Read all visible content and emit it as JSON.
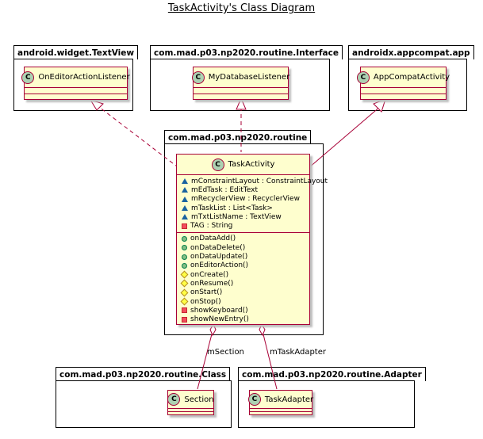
{
  "title": "TaskActivity's Class Diagram",
  "packages": {
    "widget": "android.widget.TextView",
    "iface": "com.mad.p03.np2020.routine.Interface",
    "appcompat": "androidx.appcompat.app",
    "routine": "com.mad.p03.np2020.routine",
    "classPkg": "com.mad.p03.np2020.routine.Class",
    "adapter": "com.mad.p03.np2020.routine.Adapter"
  },
  "classes": {
    "onEditor": "OnEditorActionListener",
    "myDb": "MyDatabaseListener",
    "appCompat": "AppCompatActivity",
    "task": "TaskActivity",
    "section": "Section",
    "taskAdapter": "TaskAdapter"
  },
  "class_icon_letter": "C",
  "fields": [
    {
      "vis": "package",
      "text": "mConstraintLayout : ConstraintLayout"
    },
    {
      "vis": "package",
      "text": "mEdTask : EditText"
    },
    {
      "vis": "package",
      "text": "mRecyclerView : RecyclerView"
    },
    {
      "vis": "package",
      "text": "mTaskList : List<Task>"
    },
    {
      "vis": "package",
      "text": "mTxtListName : TextView"
    },
    {
      "vis": "private",
      "text": "TAG : String"
    }
  ],
  "methods": [
    {
      "vis": "public",
      "text": "onDataAdd()"
    },
    {
      "vis": "public",
      "text": "onDataDelete()"
    },
    {
      "vis": "public",
      "text": "onDataUpdate()"
    },
    {
      "vis": "public",
      "text": "onEditorAction()"
    },
    {
      "vis": "protected",
      "text": "onCreate()"
    },
    {
      "vis": "protected",
      "text": "onResume()"
    },
    {
      "vis": "protected",
      "text": "onStart()"
    },
    {
      "vis": "protected",
      "text": "onStop()"
    },
    {
      "vis": "private",
      "text": "showKeyboard()"
    },
    {
      "vis": "private",
      "text": "showNewEntry()"
    }
  ],
  "associations": {
    "section": "mSection",
    "adapter": "mTaskAdapter"
  },
  "colors": {
    "class_fill": "#fefece",
    "class_border": "#a80036",
    "icon_fill": "#add1b2"
  }
}
